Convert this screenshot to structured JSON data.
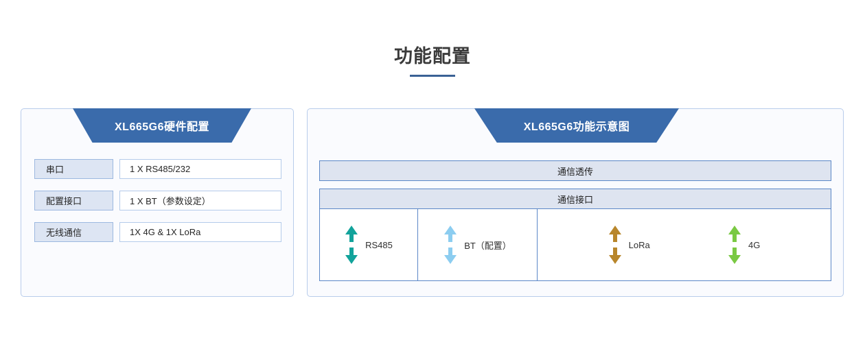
{
  "page": {
    "title": "功能配置",
    "accent_color": "#3a6195",
    "banner_color": "#3a6bab",
    "panel_border_color": "#b8cceb",
    "panel_bg_color": "#fafbfe"
  },
  "hardware_panel": {
    "banner_title": "XL665G6硬件配置",
    "rows": [
      {
        "label": "串口",
        "value": "1 X RS485/232"
      },
      {
        "label": "配置接口",
        "value": "1 X BT（参数设定）"
      },
      {
        "label": "无线通信",
        "value": "1X 4G & 1X LoRa"
      }
    ]
  },
  "function_panel": {
    "banner_title": "XL665G6功能示意图",
    "transfer_bar": "通信透传",
    "interface_bar": "通信接口",
    "interfaces": [
      {
        "label": "RS485",
        "color": "#12a39b",
        "icon": "double-arrow-vertical-icon"
      },
      {
        "label": "BT（配置）",
        "color": "#8ccdf0",
        "icon": "double-arrow-vertical-icon"
      },
      {
        "label": "LoRa",
        "color": "#b8862b",
        "icon": "double-arrow-vertical-icon"
      },
      {
        "label": "4G",
        "color": "#7ac943",
        "icon": "double-arrow-vertical-icon"
      }
    ]
  }
}
